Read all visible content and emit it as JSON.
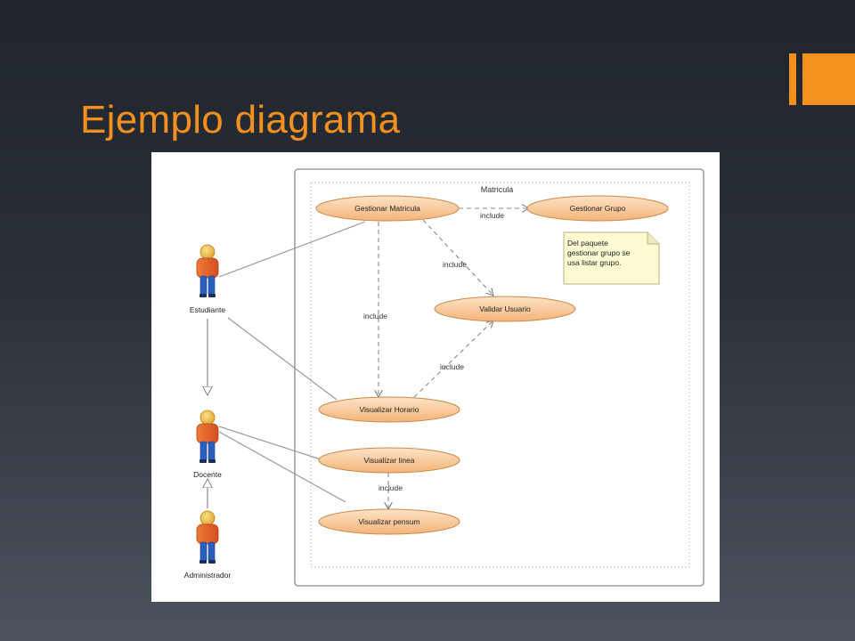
{
  "slide": {
    "title": "Ejemplo diagrama"
  },
  "colors": {
    "accent": "#f39020",
    "usecase_fill": "#f8c99a",
    "note_fill": "#fdfbd2",
    "actor_body": "#e8622a",
    "actor_legs": "#1f4fa8",
    "actor_head": "#f6c657"
  },
  "diagram": {
    "package_label": "Matricula",
    "actors": {
      "estudiante": "Estudiante",
      "docente": "Docente",
      "administrador": "Administrador"
    },
    "usecases": {
      "gestionar_matricula": "Gestionar Matricula",
      "gestionar_grupo": "Gestionar Grupo",
      "validar_usuario": "Validar Usuario",
      "visualizar_horario": "Visualizar Horario",
      "visualizar_linea": "Visualizar linea",
      "visualizar_pensum": "Visualizar pensum"
    },
    "include_label": "include",
    "note_lines": [
      "Del paquete",
      "gestionar grupo se",
      "usa listar grupo."
    ]
  }
}
